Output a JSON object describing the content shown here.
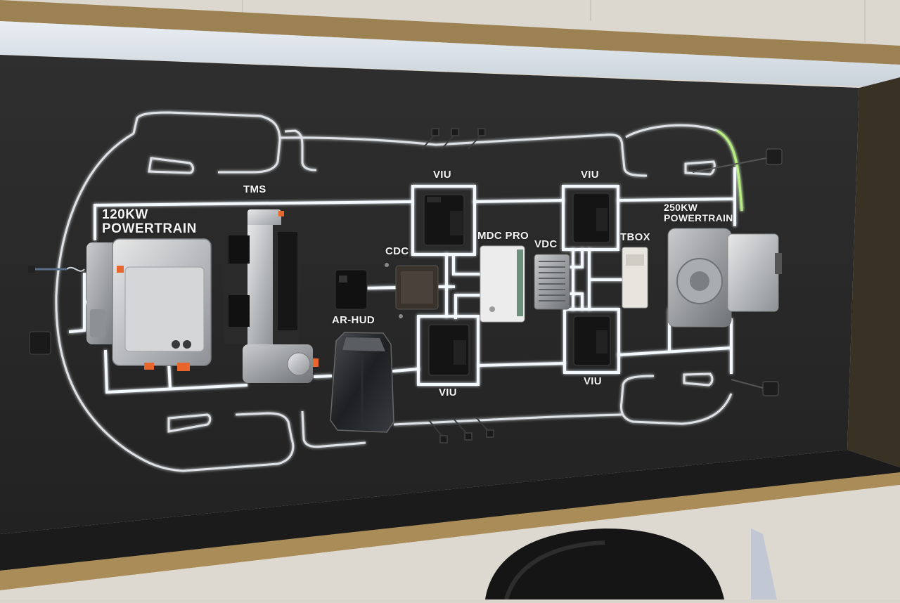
{
  "labels": {
    "powertrain_front": [
      "120KW",
      "POWERTRAIN"
    ],
    "powertrain_rear": [
      "250KW",
      "POWERTRAIN"
    ],
    "tms": "TMS",
    "cdc": "CDC",
    "ar_hud": "AR-HUD",
    "mdc_pro": "MDC PRO",
    "vdc": "VDC",
    "tbox": "TBOX",
    "viu_top_left": "VIU",
    "viu_top_right": "VIU",
    "viu_bottom_left": "VIU",
    "viu_bottom_right": "VIU"
  },
  "colors": {
    "wall": "#d9d4cc",
    "panel": "#2b2b2b",
    "gold_frame": "#a98c57",
    "light_strip": "#eef6ff",
    "green_accent": "#a9f07a"
  }
}
